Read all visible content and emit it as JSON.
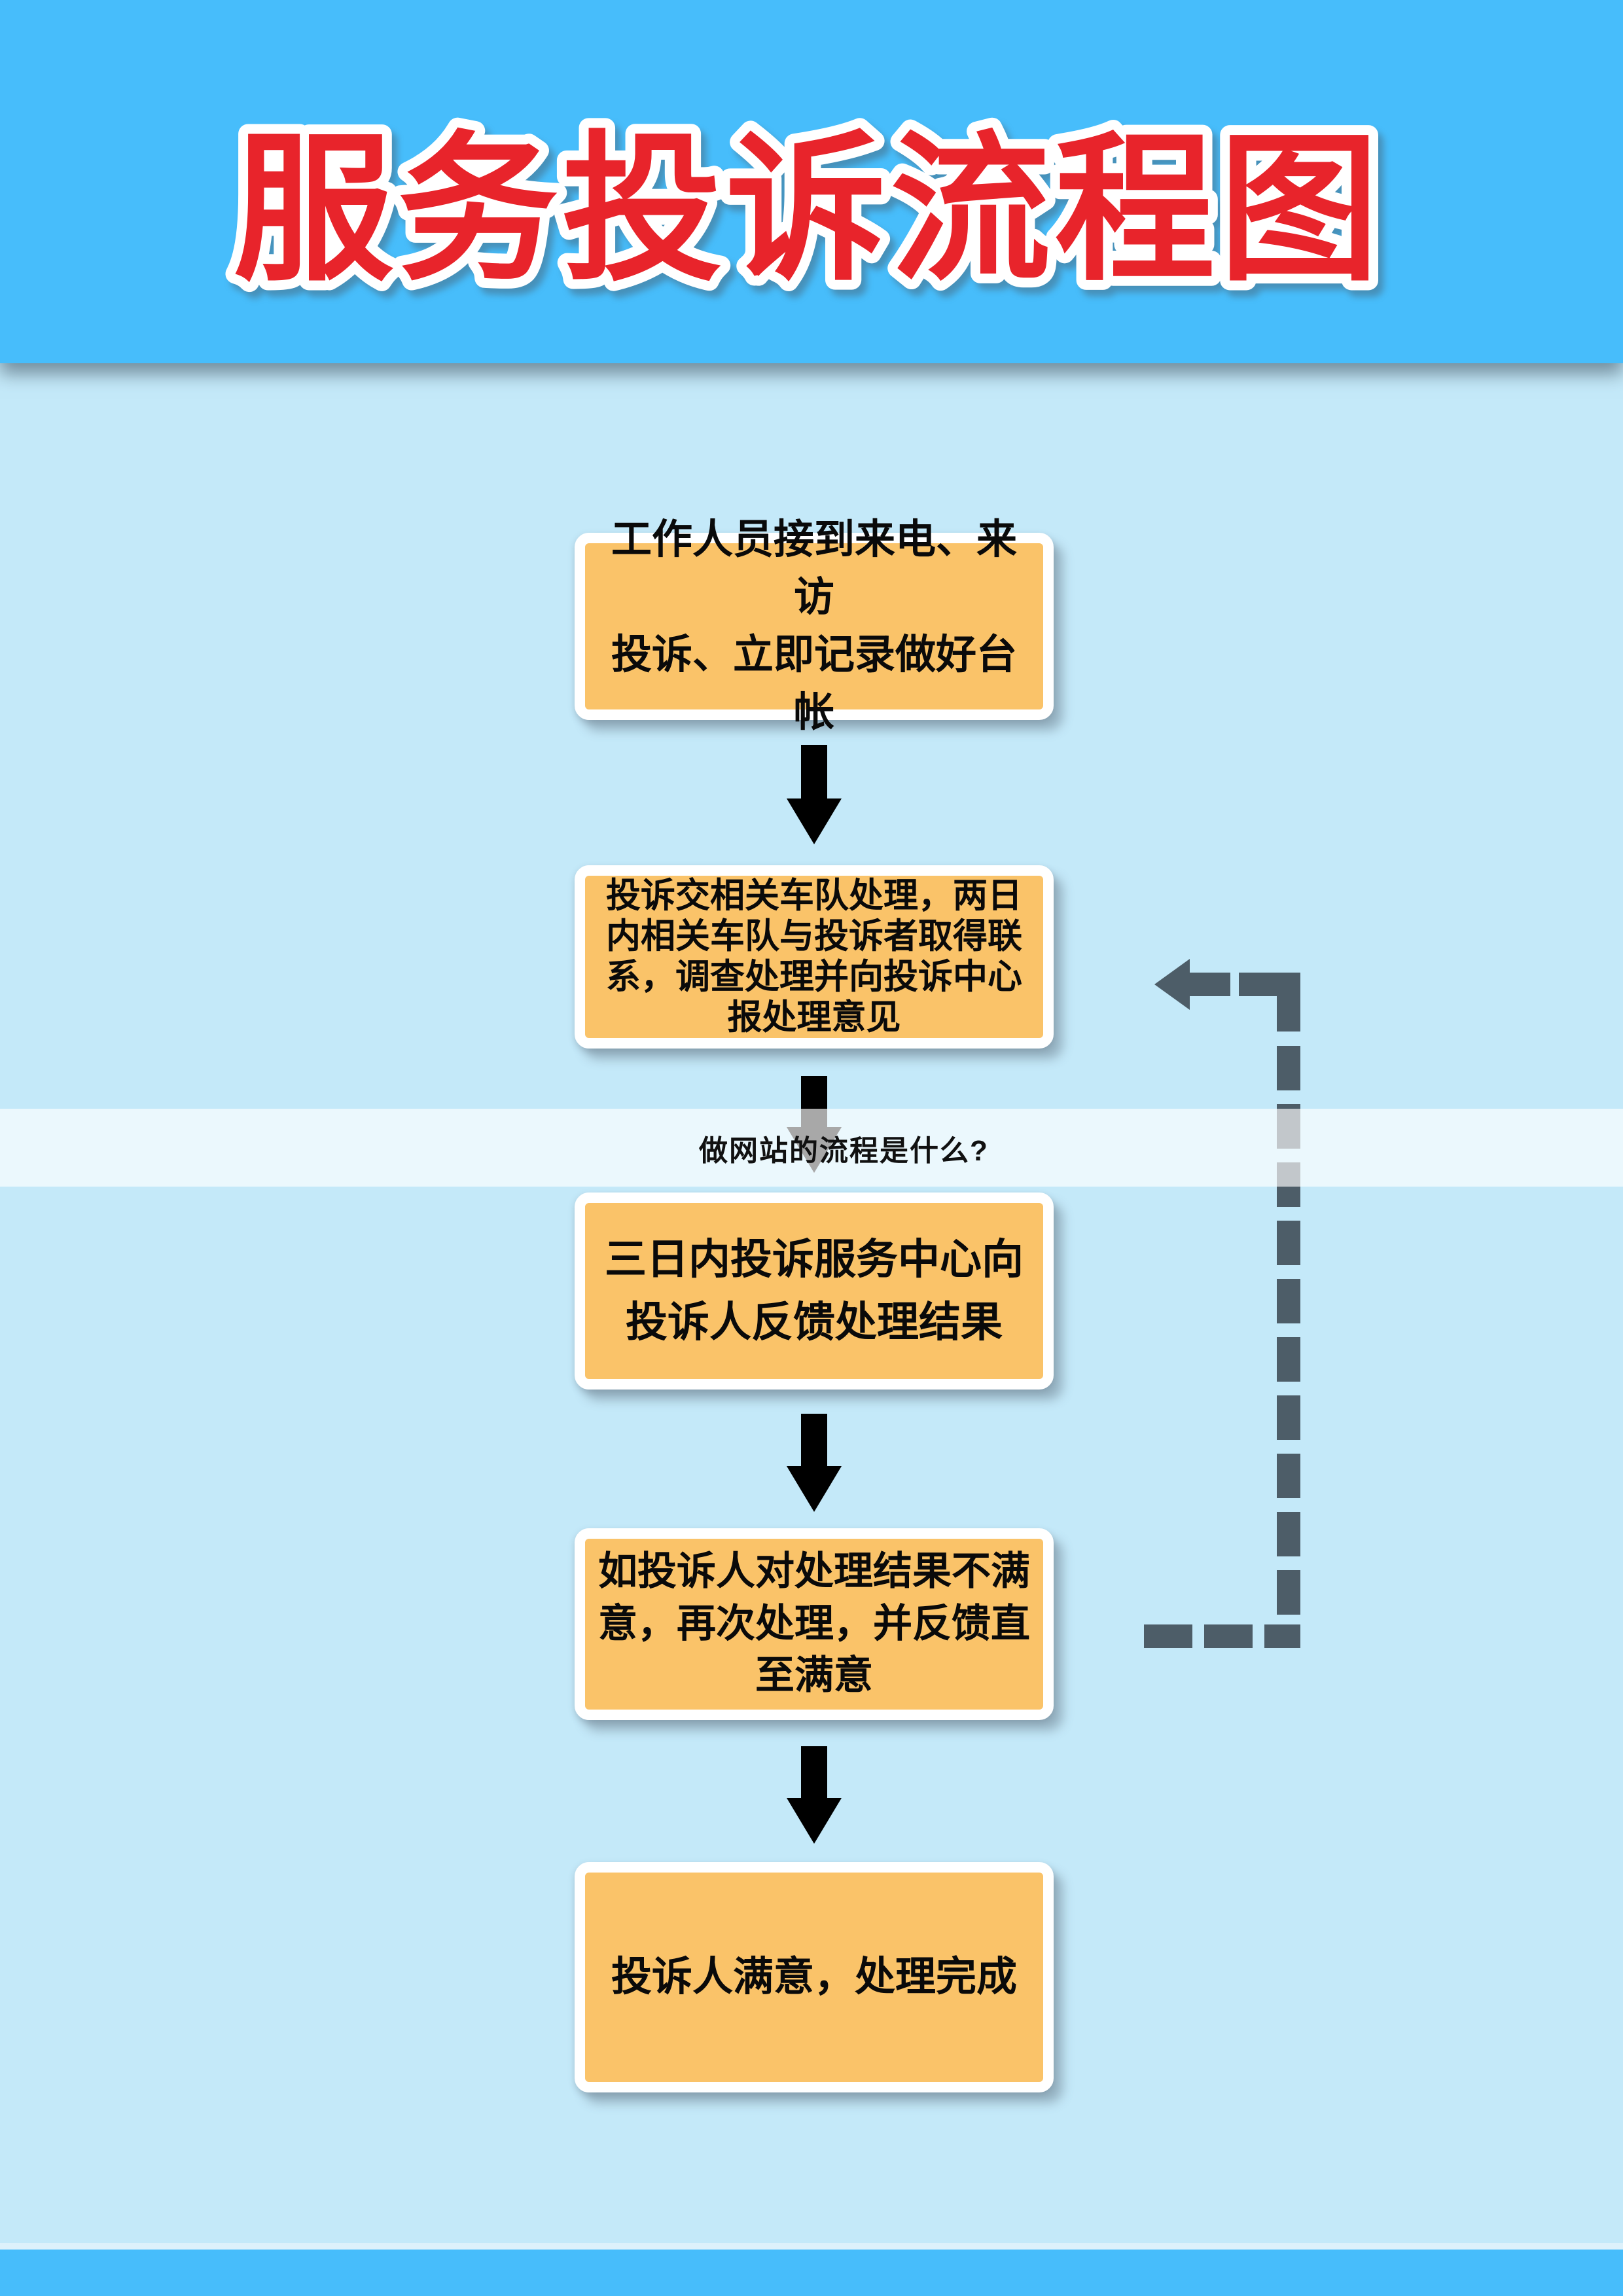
{
  "title": "服务投诉流程图",
  "overlay": {
    "text": "做网站的流程是什么?"
  },
  "steps": [
    {
      "id": 1,
      "text": "工作人员接到来电、来访\n投诉、立即记录做好台帐"
    },
    {
      "id": 2,
      "text": "投诉交相关车队处理，两日\n内相关车队与投诉者取得联\n系，调查处理并向投诉中心\n报处理意见"
    },
    {
      "id": 3,
      "text": "三日内投诉服务中心向\n投诉人反馈处理结果"
    },
    {
      "id": 4,
      "text": "如投诉人对处理结果不满\n意，再次处理，并反馈直\n至满意"
    },
    {
      "id": 5,
      "text": "投诉人满意，处理完成"
    }
  ],
  "flow": {
    "forward_arrows": 4,
    "feedback_loop": "from step 4 back to step 2"
  },
  "colors": {
    "header_bg": "#47bdfb",
    "body_bg": "#c4e9f9",
    "footer_bg": "#47bdfb",
    "footer_strip": "#ddf1fb",
    "band_overlay": "rgba(255,255,255,0.66)",
    "box_bg": "#fac369",
    "box_border": "#ffffff",
    "box_text": "#0a0a0a",
    "title_fill": "#e8242b",
    "title_outline": "#ffffff",
    "arrow_color": "#000000",
    "connector_color": "#4d5d68",
    "band_text": "#111111"
  }
}
